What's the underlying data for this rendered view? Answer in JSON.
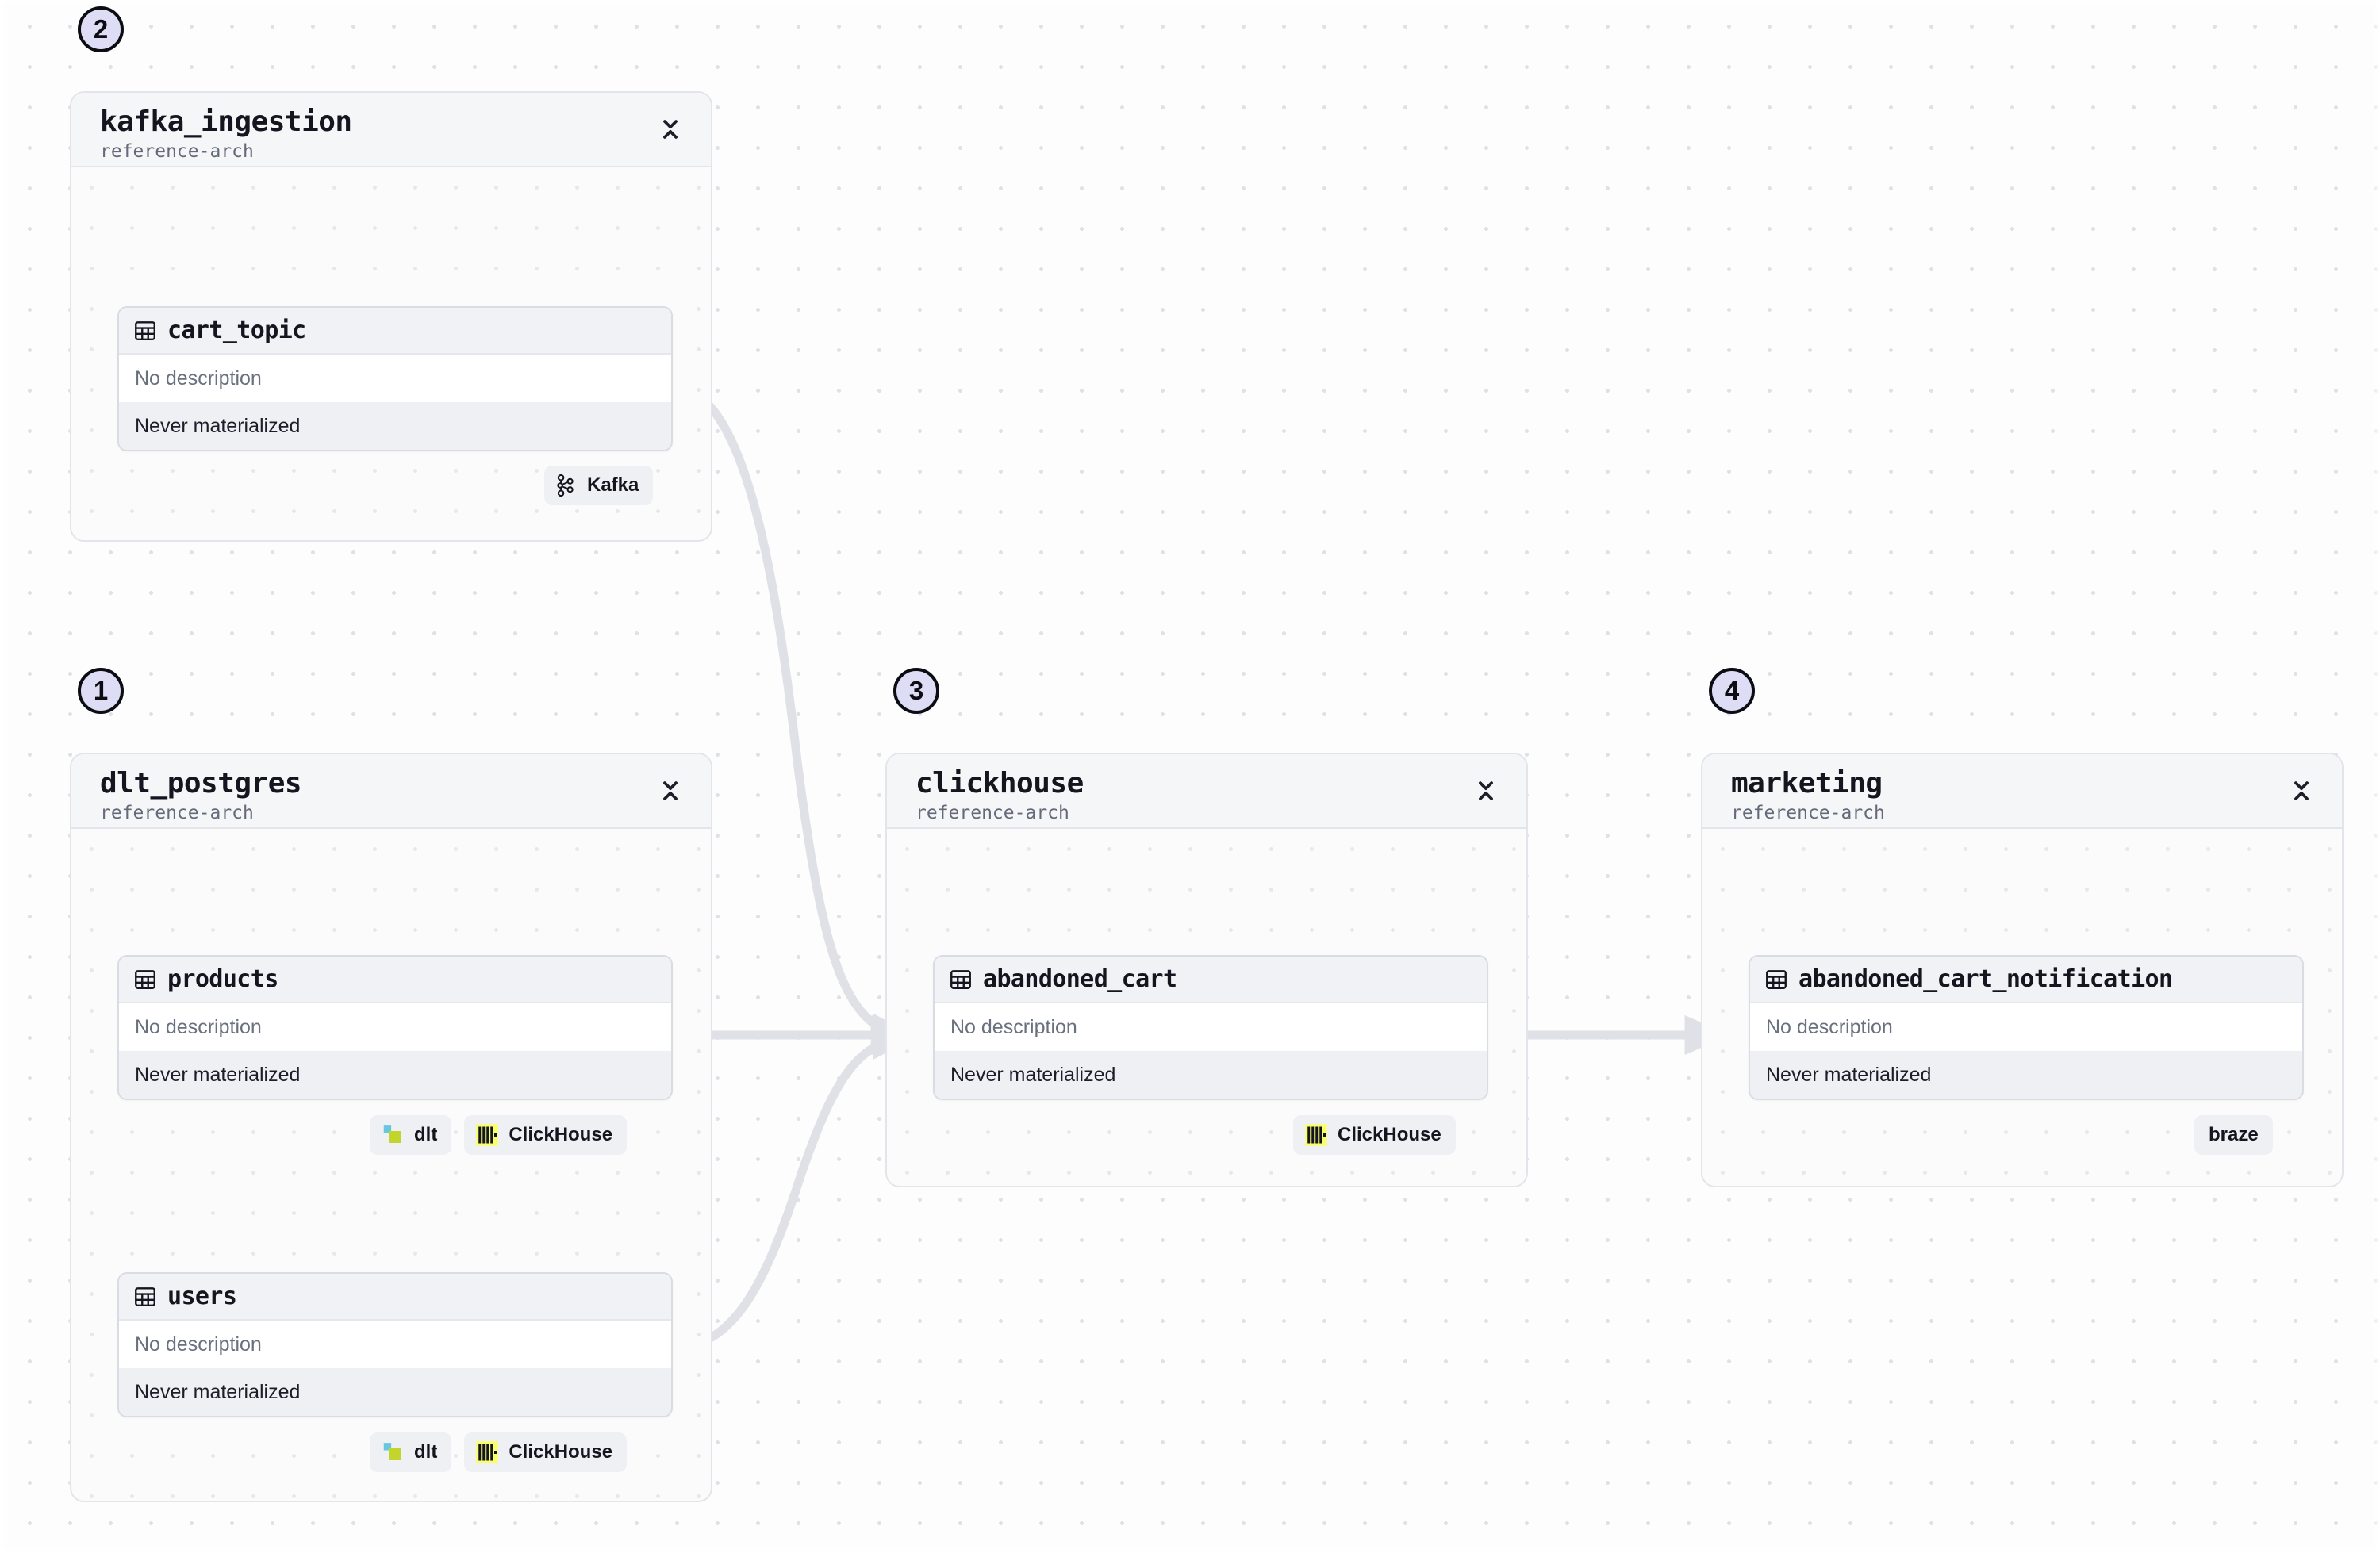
{
  "canvas": {
    "background": "#fdfdfe",
    "dot_color": "#dfe1e6",
    "edge_color": "#dfe1e6",
    "badge_fill": "#ddddf5",
    "badge_border": "#0c0d13",
    "clickhouse_yellow": "#faff69",
    "dlt_cyan": "#67c6e0",
    "dlt_green": "#c3d52c"
  },
  "groups": [
    {
      "id": "kafka_ingestion",
      "step": "2",
      "title": "kafka_ingestion",
      "subtitle": "reference-arch",
      "collapse_icon": "collapse-icon",
      "nodes": [
        {
          "id": "cart_topic",
          "icon": "table-icon",
          "title": "cart_topic",
          "description": "No description",
          "status": "Never materialized",
          "badges": [
            {
              "label": "Kafka",
              "icon": "kafka-logo"
            }
          ]
        }
      ]
    },
    {
      "id": "dlt_postgres",
      "step": "1",
      "title": "dlt_postgres",
      "subtitle": "reference-arch",
      "collapse_icon": "collapse-icon",
      "nodes": [
        {
          "id": "products",
          "icon": "table-icon",
          "title": "products",
          "description": "No description",
          "status": "Never materialized",
          "badges": [
            {
              "label": "dlt",
              "icon": "dlt-logo"
            },
            {
              "label": "ClickHouse",
              "icon": "clickhouse-logo"
            }
          ]
        },
        {
          "id": "users",
          "icon": "table-icon",
          "title": "users",
          "description": "No description",
          "status": "Never materialized",
          "badges": [
            {
              "label": "dlt",
              "icon": "dlt-logo"
            },
            {
              "label": "ClickHouse",
              "icon": "clickhouse-logo"
            }
          ]
        }
      ]
    },
    {
      "id": "clickhouse",
      "step": "3",
      "title": "clickhouse",
      "subtitle": "reference-arch",
      "collapse_icon": "collapse-icon",
      "nodes": [
        {
          "id": "abandoned_cart",
          "icon": "table-icon",
          "title": "abandoned_cart",
          "description": "No description",
          "status": "Never materialized",
          "badges": [
            {
              "label": "ClickHouse",
              "icon": "clickhouse-logo"
            }
          ]
        }
      ]
    },
    {
      "id": "marketing",
      "step": "4",
      "title": "marketing",
      "subtitle": "reference-arch",
      "collapse_icon": "collapse-icon",
      "nodes": [
        {
          "id": "abandoned_cart_notification",
          "icon": "table-icon",
          "title": "abandoned_cart_notification",
          "description": "No description",
          "status": "Never materialized",
          "badges": [
            {
              "label": "braze",
              "icon": null
            }
          ]
        }
      ]
    }
  ],
  "edges": [
    {
      "from": "cart_topic",
      "to": "abandoned_cart",
      "style": "curve"
    },
    {
      "from": "products",
      "to": "abandoned_cart",
      "style": "straight"
    },
    {
      "from": "users",
      "to": "abandoned_cart",
      "style": "curve"
    },
    {
      "from": "abandoned_cart",
      "to": "abandoned_cart_notification",
      "style": "straight"
    }
  ]
}
